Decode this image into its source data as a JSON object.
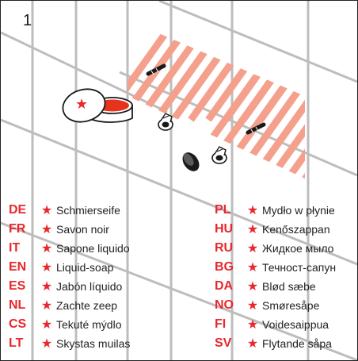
{
  "step_number": "1",
  "star_symbol": "★",
  "colors": {
    "accent": "#e8282c",
    "hatch": "#f4a08c",
    "soap": "#e8331c",
    "grid_line": "#bdbdbd"
  },
  "icons": [
    "soap-jar-icon",
    "screw-icon",
    "wall-plug-icon",
    "wall-hole-icon",
    "drill-zone-hatch"
  ],
  "legend_left": [
    {
      "code": "DE",
      "text": "Schmierseife"
    },
    {
      "code": "FR",
      "text": "Savon noir"
    },
    {
      "code": "IT",
      "text": "Sapone liquido"
    },
    {
      "code": "EN",
      "text": "Liquid-soap"
    },
    {
      "code": "ES",
      "text": "Jabón líquido"
    },
    {
      "code": "NL",
      "text": "Zachte zeep"
    },
    {
      "code": "CS",
      "text": "Tekuté mýdlo"
    },
    {
      "code": "LT",
      "text": "Skystas muilas"
    }
  ],
  "legend_right": [
    {
      "code": "PL",
      "text": "Mydło w płynie"
    },
    {
      "code": "HU",
      "text": "Kenőszappan"
    },
    {
      "code": "RU",
      "text": "Жидкое мыло"
    },
    {
      "code": "BG",
      "text": "Течност-сапун"
    },
    {
      "code": "DA",
      "text": "Blød sæbe"
    },
    {
      "code": "NO",
      "text": "Smøresåpe"
    },
    {
      "code": "FI",
      "text": "Voidesaippua"
    },
    {
      "code": "SV",
      "text": "Flytande såpa"
    }
  ]
}
